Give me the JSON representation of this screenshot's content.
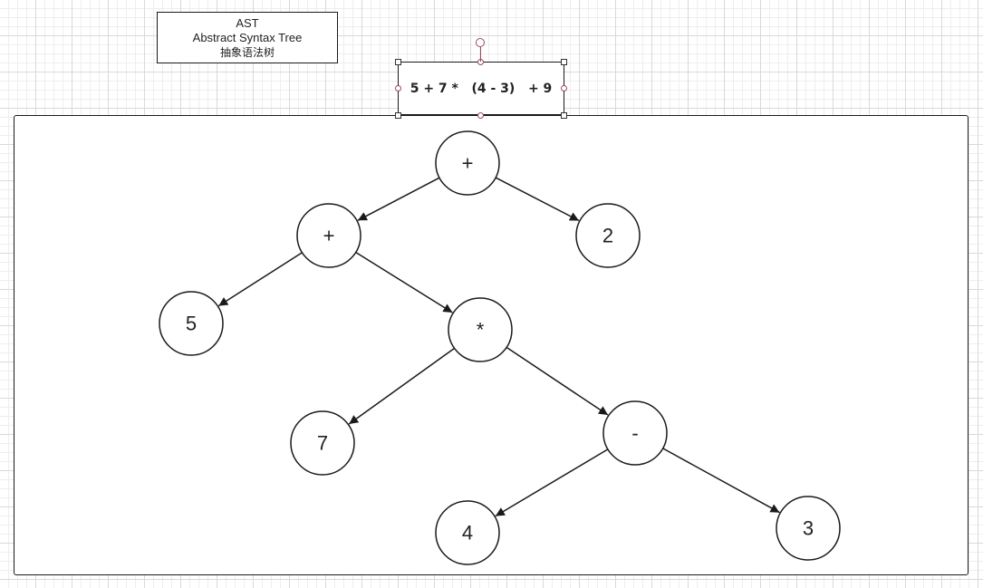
{
  "title_box": {
    "line1": "AST",
    "line2": "Abstract Syntax Tree",
    "line3": "抽象语法树"
  },
  "expression": "5 + 7 *   (4 - 3)   + 9",
  "tree": {
    "nodes": [
      {
        "id": "root-plus",
        "label": "+"
      },
      {
        "id": "left-plus",
        "label": "+"
      },
      {
        "id": "right-2",
        "label": "2"
      },
      {
        "id": "five",
        "label": "5"
      },
      {
        "id": "times",
        "label": "*"
      },
      {
        "id": "seven",
        "label": "7"
      },
      {
        "id": "minus",
        "label": "-"
      },
      {
        "id": "four",
        "label": "4"
      },
      {
        "id": "three",
        "label": "3"
      }
    ],
    "edges": [
      {
        "from": "root-plus",
        "to": "left-plus"
      },
      {
        "from": "root-plus",
        "to": "right-2"
      },
      {
        "from": "left-plus",
        "to": "five"
      },
      {
        "from": "left-plus",
        "to": "times"
      },
      {
        "from": "times",
        "to": "seven"
      },
      {
        "from": "times",
        "to": "minus"
      },
      {
        "from": "minus",
        "to": "four"
      },
      {
        "from": "minus",
        "to": "three"
      }
    ]
  }
}
